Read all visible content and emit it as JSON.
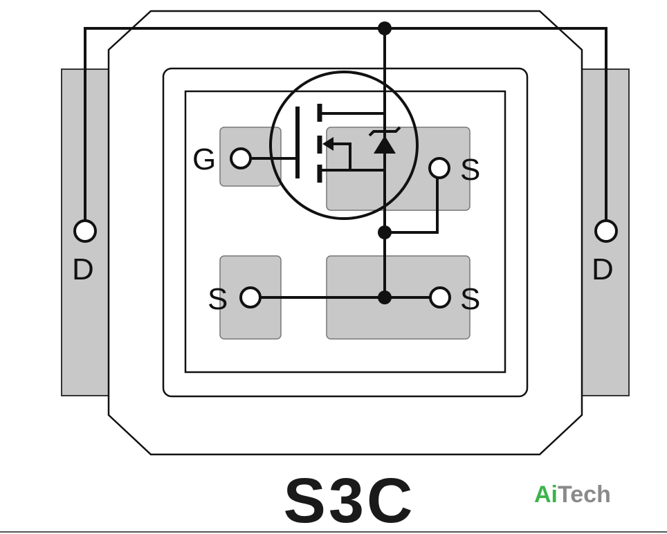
{
  "pins": {
    "gate": "G",
    "source_top_right": "S",
    "source_bottom_left": "S",
    "source_bottom_right": "S",
    "drain_left": "D",
    "drain_right": "D"
  },
  "package_name": "S3C",
  "logo": {
    "prefix": "Ai",
    "suffix": "Tech",
    "prefix_color": "#3cb44b",
    "suffix_color": "#8a8a8a"
  },
  "colors": {
    "pad_fill": "#c8c8c8",
    "outline": "#111111",
    "background": "#ffffff"
  }
}
